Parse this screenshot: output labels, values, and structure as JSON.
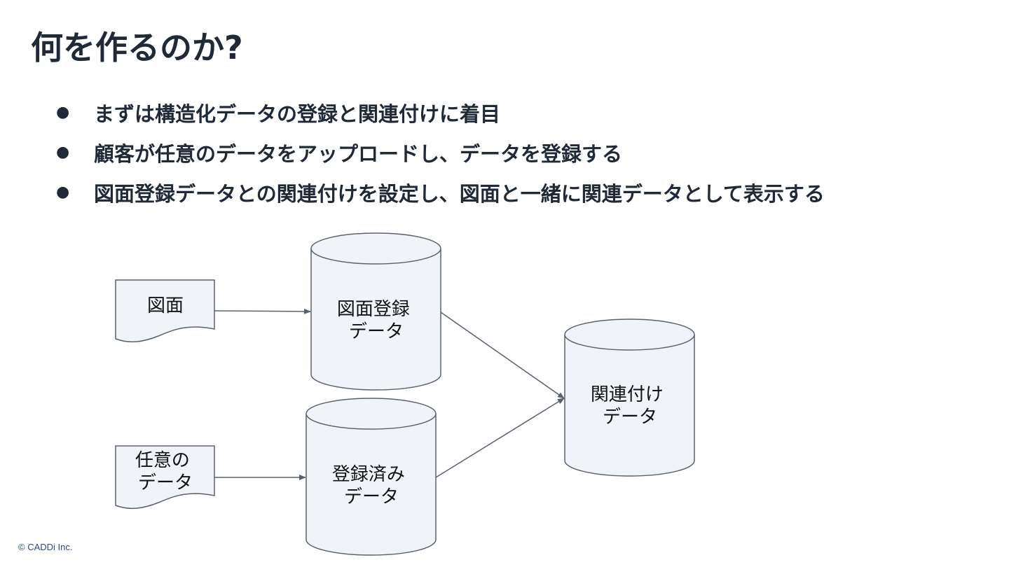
{
  "title": "何を作るのか?",
  "bullets": [
    "まずは構造化データの登録と関連付けに着目",
    "顧客が任意のデータをアップロードし、データを登録する",
    "図面登録データとの関連付けを設定し、図面と一緒に関連データとして表示する"
  ],
  "bullet_symbol": "●",
  "diagram": {
    "doc_drawing": {
      "lines": [
        "図面"
      ]
    },
    "doc_arbitrary": {
      "lines": [
        "任意の",
        "データ"
      ]
    },
    "db_drawing_registered": {
      "lines": [
        "図面登録",
        "データ"
      ]
    },
    "db_registered": {
      "lines": [
        "登録済み",
        "データ"
      ]
    },
    "db_association": {
      "lines": [
        "関連付け",
        "データ"
      ]
    }
  },
  "colors": {
    "shape_fill": "#f0f3f8",
    "shape_stroke": "#5a6170",
    "arrow": "#5a6170",
    "title_text": "#1f2937",
    "footer_text": "#2c4a8c"
  },
  "footer": "© CADDi Inc."
}
